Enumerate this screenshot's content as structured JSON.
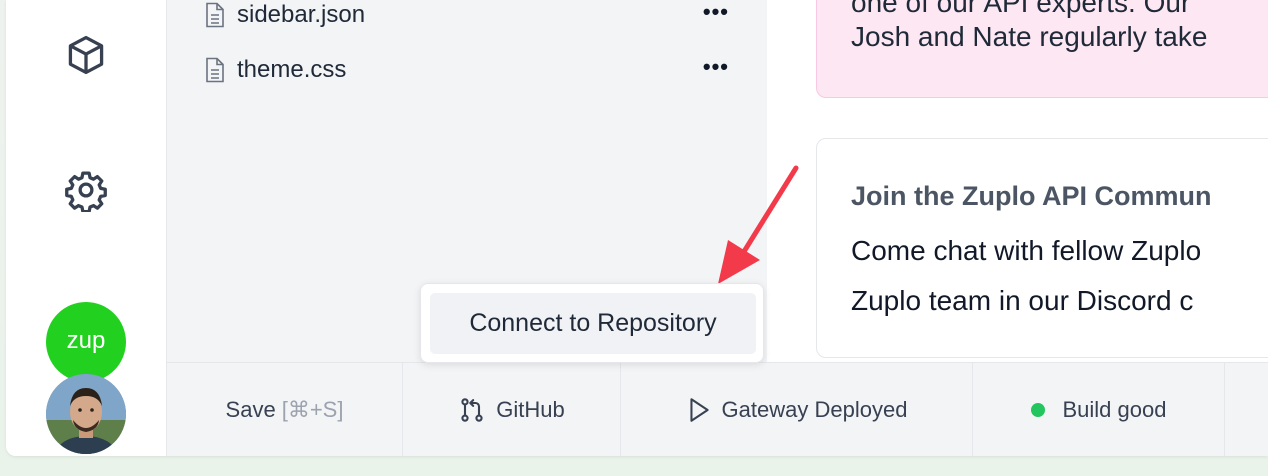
{
  "files": [
    {
      "name": "sidebar.json",
      "more": "•••"
    },
    {
      "name": "theme.css",
      "more": "•••"
    }
  ],
  "rail": {
    "items": [
      {
        "icon": "cube-icon"
      },
      {
        "icon": "gear-icon"
      }
    ],
    "workspace_badge": "zup",
    "avatar_icon": "user-avatar"
  },
  "content": {
    "pink_card": {
      "line1": "one of our API experts. Our",
      "line2": "Josh and Nate regularly take"
    },
    "community_card": {
      "title": "Join the Zuplo API Commun",
      "body1": "Come chat with fellow Zuplo",
      "body2": "Zuplo team in our Discord c"
    }
  },
  "popover": {
    "label": "Connect to Repository"
  },
  "statusbar": {
    "save_label": "Save",
    "save_shortcut": "[⌘+S]",
    "github_label": "GitHub",
    "gateway_label": "Gateway Deployed",
    "build_label": "Build good"
  },
  "colors": {
    "badge_green": "#22d11f",
    "build_status": "#22c55e",
    "pink_card_bg": "#fce7f3",
    "annotation_arrow": "#f23a4a"
  }
}
